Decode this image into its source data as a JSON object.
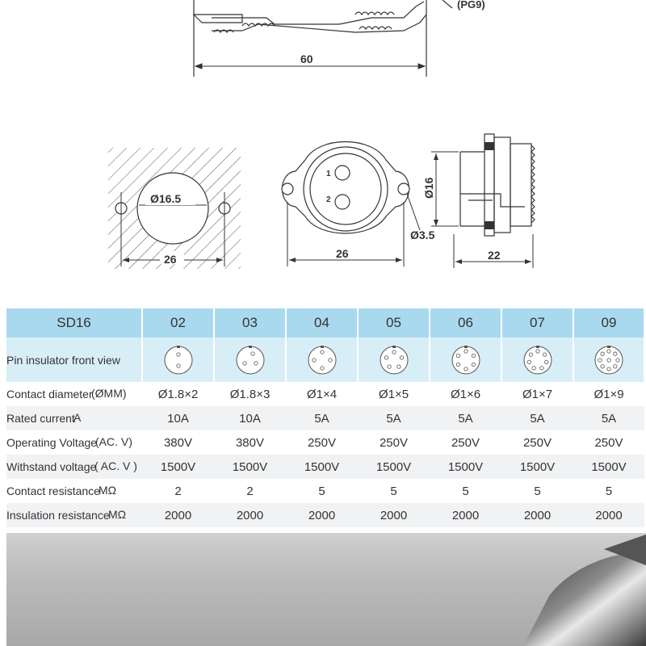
{
  "drawing": {
    "pg9_label": "(PG9)",
    "length_60": "60",
    "cutout_diameter": "Ø16.5",
    "cutout_width": "26",
    "flange_width": "26",
    "hole_diameter": "Ø3.5",
    "thread_diameter": "Ø16",
    "body_length": "22",
    "pin1": "1",
    "pin2": "2"
  },
  "table": {
    "header_label": "SD16",
    "columns": [
      "02",
      "03",
      "04",
      "05",
      "06",
      "07",
      "09"
    ],
    "pin_counts": [
      2,
      3,
      4,
      5,
      6,
      7,
      9
    ],
    "front_view_label": "Pin insulator front view",
    "rows": [
      {
        "label": "Contact diameter",
        "unit": "(ØMM)",
        "values": [
          "Ø1.8×2",
          "Ø1.8×3",
          "Ø1×4",
          "Ø1×5",
          "Ø1×6",
          "Ø1×7",
          "Ø1×9"
        ]
      },
      {
        "label": "Rated current",
        "unit": "A",
        "values": [
          "10A",
          "10A",
          "5A",
          "5A",
          "5A",
          "5A",
          "5A"
        ]
      },
      {
        "label": "Operating Voltage",
        "unit": "(AC. V)",
        "values": [
          "380V",
          "380V",
          "250V",
          "250V",
          "250V",
          "250V",
          "250V"
        ]
      },
      {
        "label": "Withstand voltage",
        "unit": "( AC. V )",
        "values": [
          "1500V",
          "1500V",
          "1500V",
          "1500V",
          "1500V",
          "1500V",
          "1500V"
        ]
      },
      {
        "label": "Contact resistance",
        "unit": "MΩ",
        "values": [
          "2",
          "2",
          "5",
          "5",
          "5",
          "5",
          "5"
        ]
      },
      {
        "label": "Insulation resistance",
        "unit": "MΩ",
        "values": [
          "2000",
          "2000",
          "2000",
          "2000",
          "2000",
          "2000",
          "2000"
        ]
      }
    ]
  }
}
